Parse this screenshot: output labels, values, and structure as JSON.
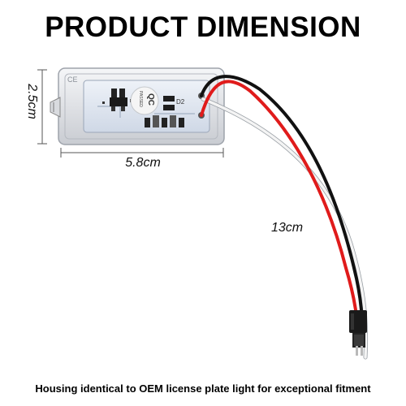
{
  "title": "PRODUCT DIMENSION",
  "dimensions": {
    "width_label": "5.8cm",
    "height_label": "2.5cm",
    "cable_label": "13cm"
  },
  "board": {
    "qc_label": "QC",
    "passed_label": "PASSED",
    "ref_label": "D2",
    "ce_mark": "CE"
  },
  "caption": "Housing identical to OEM license plate light for exceptional fitment",
  "colors": {
    "red_wire": "#e01b1b",
    "black_wire": "#111111",
    "white_wire": "#f4f4f4",
    "pcb": "#dfe6f0"
  },
  "icons": [
    "led-chip-icon",
    "resistor-icon",
    "connector-plug-icon"
  ]
}
